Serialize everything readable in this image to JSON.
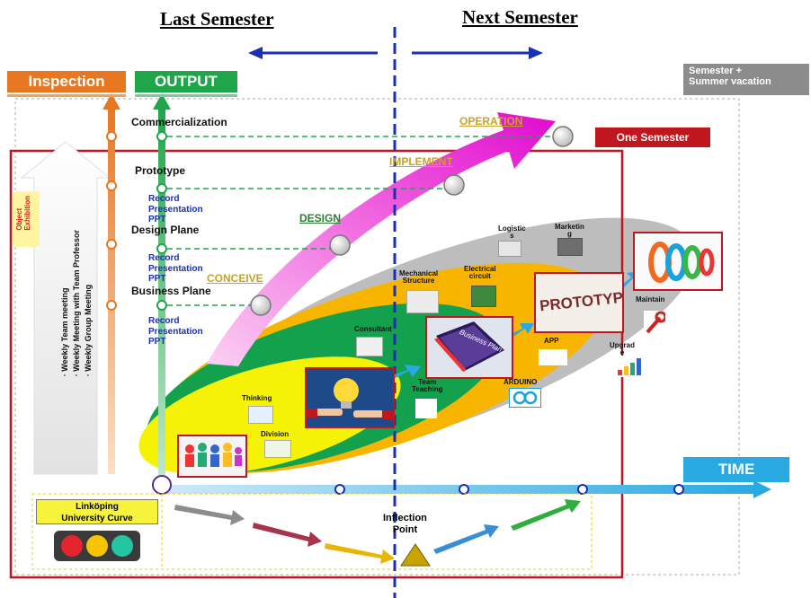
{
  "header": {
    "last_semester": "Last Semester",
    "next_semester": "Next Semester"
  },
  "labels": {
    "inspection": "Inspection",
    "output": "OUTPUT",
    "semester_summer_line1": "Semester +",
    "semester_summer_line2": "Summer vacation",
    "one_semester": "One Semester",
    "time": "TIME",
    "object_exhibition_line1": "Object",
    "object_exhibition_line2": "Exhibition",
    "meetings": [
      "· Weekly Team meeting",
      "· Weekly Meeting with Team Professor",
      "· Weekly Group Meeting"
    ],
    "linkoping_line1": "Linköping",
    "linkoping_line2": "University Curve",
    "inflection_line1": "Inflection",
    "inflection_line2": "Point"
  },
  "outputs": [
    {
      "name": "Commercialization",
      "docs": []
    },
    {
      "name": "Prototype",
      "docs": [
        "Record",
        "Presentation",
        "PPT"
      ]
    },
    {
      "name": "Design Plane",
      "docs": [
        "Record",
        "Presentation",
        "PPT"
      ]
    },
    {
      "name": "Business Plane",
      "docs": [
        "Record",
        "Presentation",
        "PPT"
      ]
    }
  ],
  "phases": {
    "conceive": "CONCEIVE",
    "design": "DESIGN",
    "implement": "IMPLEMENT",
    "operation": "OPERATION"
  },
  "activities": {
    "thinking": "Thinking",
    "division": "Division",
    "consultant": "Consultant",
    "mechanical_line1": "Mechanical",
    "mechanical_line2": "Structure",
    "electrical_line1": "Electrical",
    "electrical_line2": "circuit",
    "logistic_line1": "Logistic",
    "logistic_line2": "s",
    "marketing_line1": "Marketin",
    "marketing_line2": "g",
    "maintain": "Maintain",
    "team_line1": "Team",
    "team_line2": "Teaching",
    "app": "APP",
    "arduino": "ARDUINO",
    "upgrade_line1": "Upgrad",
    "upgrade_line2": "e",
    "prototype_word": "PROTOTYPE",
    "business_plan": "Business Plan"
  },
  "colors": {
    "inspection": "#e87722",
    "output": "#1fa64a",
    "one_semester": "#c0171e",
    "time": "#29a9e1",
    "phase_text": "#c9a227",
    "semester_tag": "#8c8c8c",
    "doc_text": "#1a2fb3"
  }
}
